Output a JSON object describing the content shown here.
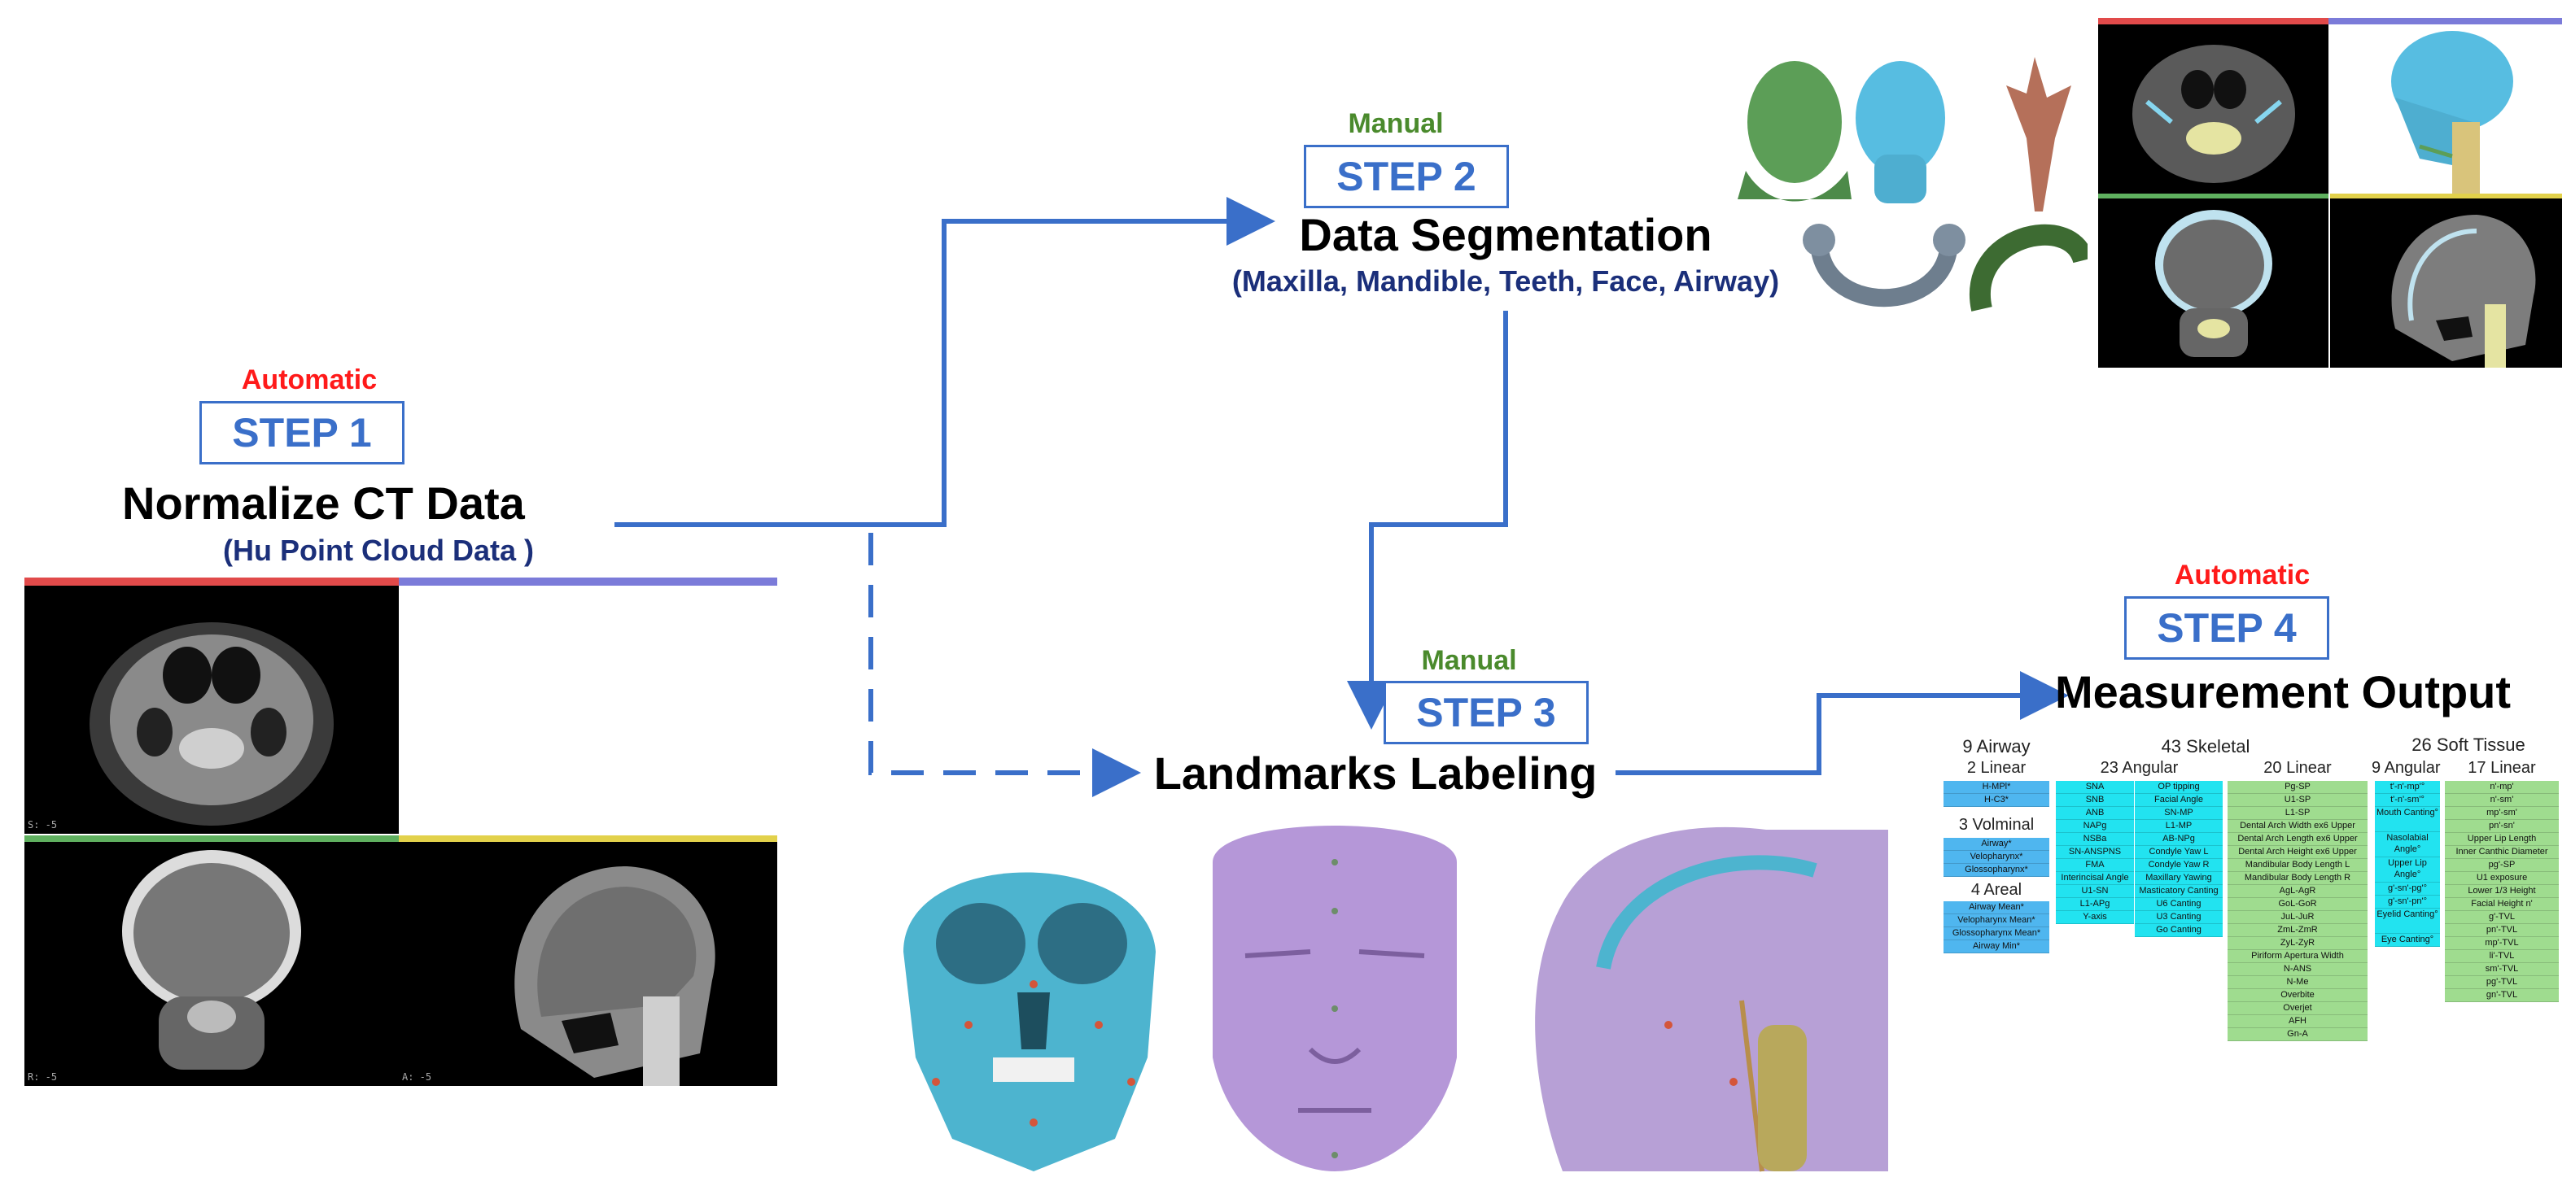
{
  "step1": {
    "mode": "Automatic",
    "label": "STEP 1",
    "title": "Normalize CT Data",
    "subtitle": "(Hu Point Cloud Data )"
  },
  "step2": {
    "mode": "Manual",
    "label": "STEP 2",
    "title": "Data Segmentation",
    "subtitle": "(Maxilla, Mandible, Teeth, Face, Airway)"
  },
  "step3": {
    "mode": "Manual",
    "label": "STEP 3",
    "title": "Landmarks Labeling"
  },
  "step4": {
    "mode": "Automatic",
    "label": "STEP 4",
    "title": "Measurement Output"
  },
  "colors": {
    "accent": "#3a6fc9",
    "automatic": "#ff1a1a",
    "manual": "#4a8a2c",
    "subtitle": "#1b2f7a"
  },
  "output": {
    "airway": {
      "title": "9 Airway",
      "linear": "2 Linear",
      "volume": "3  Volminal",
      "areal": "4 Areal",
      "linear_items": [
        "H-MPl*",
        "H-C3*"
      ],
      "volume_items": [
        "Airway*",
        "Velopharynx*",
        "Glossopharynx*"
      ],
      "areal_items": [
        "Airway Mean*",
        "Velopharynx Mean*",
        "Glossopharynx Mean*",
        "Airway Min*"
      ]
    },
    "skeletal": {
      "title": "43 Skeletal",
      "angular": "23 Angular",
      "linear": "20 Linear",
      "angular_a": [
        "SNA",
        "SNB",
        "ANB",
        "NAPg",
        "NSBa",
        "SN-ANSPNS",
        "FMA",
        "Interincisal Angle",
        "U1-SN",
        "L1-APg",
        "Y-axis"
      ],
      "angular_b": [
        "OP tipping",
        "Facial Angle",
        "SN-MP",
        "L1-MP",
        "AB-NPg",
        "Condyle Yaw L",
        "Condyle Yaw R",
        "Maxillary Yawing",
        "Masticatory Canting",
        "U6 Canting",
        "U3 Canting",
        "Go Canting"
      ],
      "linear_items": [
        "Pg-SP",
        "U1-SP",
        "L1-SP",
        "Dental Arch Width ex6 Upper",
        "Dental Arch Length ex6 Upper",
        "Dental Arch Height ex6 Upper",
        "Mandibular Body Length L",
        "Mandibular Body Length R",
        "AgL-AgR",
        "GoL-GoR",
        "JuL-JuR",
        "ZmL-ZmR",
        "ZyL-ZyR",
        "Piriform Apertura Width",
        "N-ANS",
        "N-Me",
        "Overbite",
        "Overjet",
        "AFH",
        "Gn-A"
      ]
    },
    "soft": {
      "title": "26 Soft Tissue",
      "angular": "9 Angular",
      "linear": "17 Linear",
      "angular_items": [
        "t'-n'-mp'°",
        "t'-n'-sm'°",
        "Mouth Canting°",
        "Nasolabial Angle°",
        "Upper Lip Angle°",
        "g'-sn'-pg'°",
        "g'-sn'-pn'°",
        "Eyelid Canting°",
        "Eye Canting°"
      ],
      "linear_items": [
        "n'-mp'",
        "n'-sm'",
        "mp'-sm'",
        "pn'-sn'",
        "Upper Lip Length",
        "Inner Canthic Diameter",
        "pg'-SP",
        "U1 exposure",
        "Lower 1/3 Height",
        "Facial Height n'",
        "g'-TVL",
        "pn'-TVL",
        "mp'-TVL",
        "li'-TVL",
        "sm'-TVL",
        "pg'-TVL",
        "gn'-TVL"
      ]
    }
  }
}
